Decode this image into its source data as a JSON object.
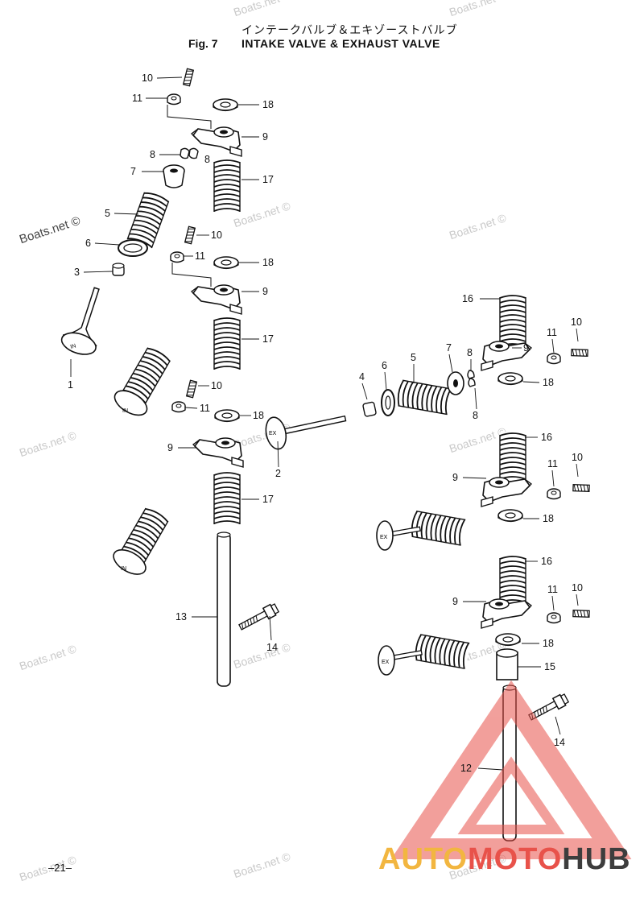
{
  "header": {
    "title_jp": "インテークバルブ＆エキゾーストバルブ",
    "fig_no": "Fig. 7",
    "title_en": "INTAKE VALVE & EXHAUST VALVE"
  },
  "page_number": "–21–",
  "watermark": {
    "text": "Boats.net ©"
  },
  "valve_marks": {
    "intake": "IN",
    "exhaust": "EX"
  },
  "logo": {
    "part1": "AUTO",
    "part2": "MOTO",
    "part3": "HUB",
    "colors": {
      "part1": "#f2b640",
      "part2": "#e8524a",
      "part3": "#3d3d3d",
      "triangle": "#e8524a"
    }
  },
  "callouts": [
    {
      "id": "c10a",
      "label": "10"
    },
    {
      "id": "c11a",
      "label": "11"
    },
    {
      "id": "c18a",
      "label": "18"
    },
    {
      "id": "c9a",
      "label": "9"
    },
    {
      "id": "c8a",
      "label": "8"
    },
    {
      "id": "c8b",
      "label": "8"
    },
    {
      "id": "c7a",
      "label": "7"
    },
    {
      "id": "c17a",
      "label": "17"
    },
    {
      "id": "c5a",
      "label": "5"
    },
    {
      "id": "c6a",
      "label": "6"
    },
    {
      "id": "c3a",
      "label": "3"
    },
    {
      "id": "c1a",
      "label": "1"
    },
    {
      "id": "c10b",
      "label": "10"
    },
    {
      "id": "c11b",
      "label": "11"
    },
    {
      "id": "c18b",
      "label": "18"
    },
    {
      "id": "c9b",
      "label": "9"
    },
    {
      "id": "c17b",
      "label": "17"
    },
    {
      "id": "c10c",
      "label": "10"
    },
    {
      "id": "c11c",
      "label": "11"
    },
    {
      "id": "c18c",
      "label": "18"
    },
    {
      "id": "c9c",
      "label": "9"
    },
    {
      "id": "c17c",
      "label": "17"
    },
    {
      "id": "c13a",
      "label": "13"
    },
    {
      "id": "c14a",
      "label": "14"
    },
    {
      "id": "c2a",
      "label": "2"
    },
    {
      "id": "c4a",
      "label": "4"
    },
    {
      "id": "c6b",
      "label": "6"
    },
    {
      "id": "c5b",
      "label": "5"
    },
    {
      "id": "c7b",
      "label": "7"
    },
    {
      "id": "c8c",
      "label": "8"
    },
    {
      "id": "c8d",
      "label": "8"
    },
    {
      "id": "c16a",
      "label": "16"
    },
    {
      "id": "c9d",
      "label": "9"
    },
    {
      "id": "c11d",
      "label": "11"
    },
    {
      "id": "c10d",
      "label": "10"
    },
    {
      "id": "c18d",
      "label": "18"
    },
    {
      "id": "c16b",
      "label": "16"
    },
    {
      "id": "c9e",
      "label": "9"
    },
    {
      "id": "c11e",
      "label": "11"
    },
    {
      "id": "c10e",
      "label": "10"
    },
    {
      "id": "c18e",
      "label": "18"
    },
    {
      "id": "c16c",
      "label": "16"
    },
    {
      "id": "c9f",
      "label": "9"
    },
    {
      "id": "c11f",
      "label": "11"
    },
    {
      "id": "c10f",
      "label": "10"
    },
    {
      "id": "c18f",
      "label": "18"
    },
    {
      "id": "c15a",
      "label": "15"
    },
    {
      "id": "c14b",
      "label": "14"
    },
    {
      "id": "c12a",
      "label": "12"
    }
  ]
}
